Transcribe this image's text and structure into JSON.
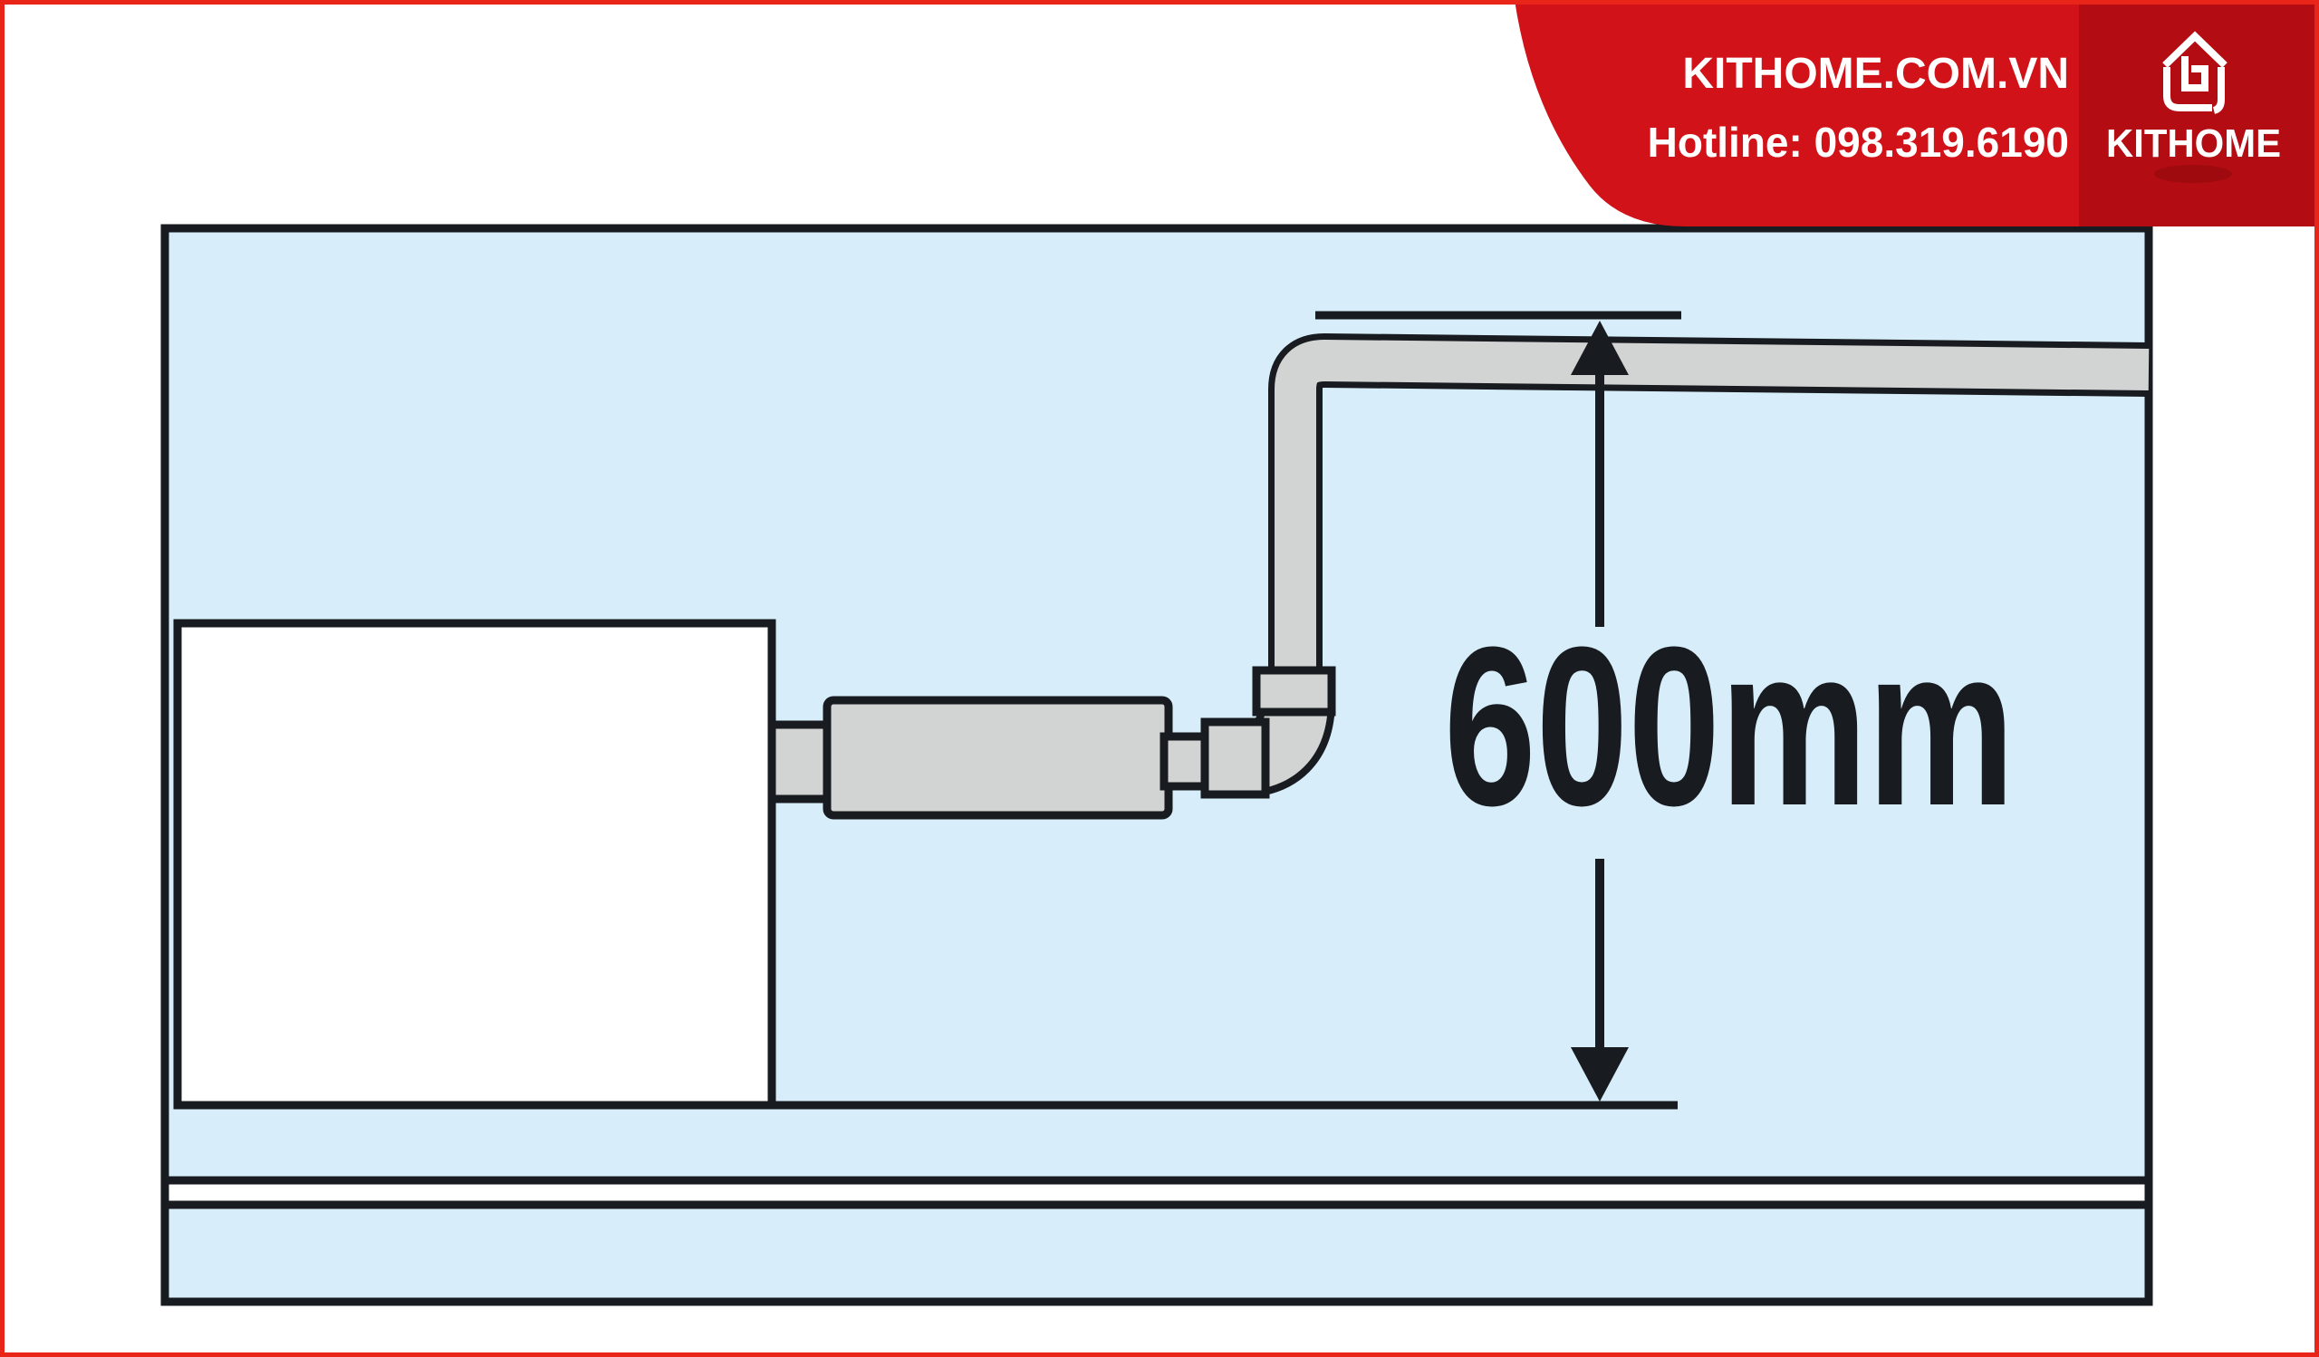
{
  "brand": {
    "website": "KITHOME.COM.VN",
    "hotline": "Hotline: 098.319.6190",
    "logo_text": "KITHOME",
    "logo_icon": "kithome-house-icon"
  },
  "diagram": {
    "dimension_label": "600mm"
  },
  "colors": {
    "banner_red": "#d11219",
    "panel_dark_red": "#b30d13",
    "logo_shadow_red": "#9c0a10",
    "frame_red": "#e92419",
    "diagram_bg_blue": "#d7eefa",
    "pipe_gray": "#d2d4d3",
    "line_dark": "#181b1f",
    "text_white": "#ffffff"
  }
}
